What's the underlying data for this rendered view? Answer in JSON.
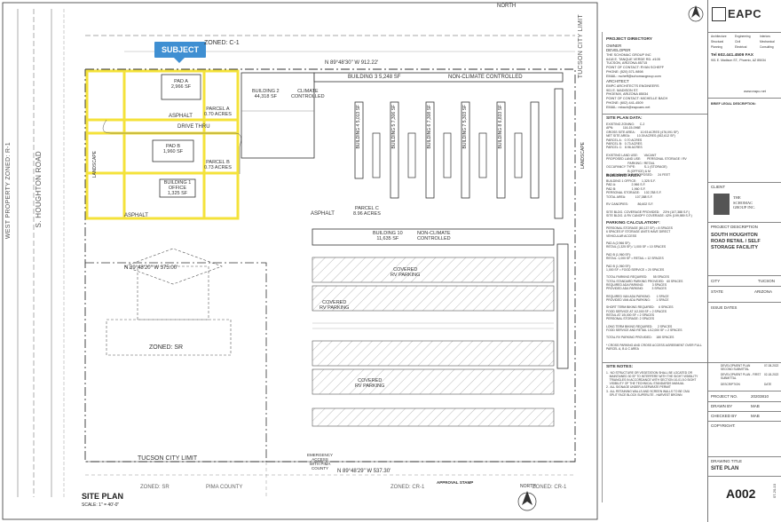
{
  "plan": {
    "subject_label": "SUBJECT",
    "zoned_c1_top": "ZONED: C-1",
    "tucson_city_limit_right": "TUCSON CITY LIMIT",
    "tucson_city_limit_bottom": "TUCSON CITY LIMIT",
    "north_label": "NORTH",
    "road_name": "S. HOUGHTON ROAD",
    "west_property": "WEST PROPERTY ZONED: R-1",
    "bearing_top": "N 89°48'30\" W 912.22'",
    "bearing_mid": "N 89°48'20\" W 375.00'",
    "bearing_bottom": "N 89°48'29\" W 537.30'",
    "pad_a": "PAD A\n2,966 SF",
    "parcel_a": "PARCEL A\n0.70 ACRES",
    "pad_b": "PAD B\n1,960 SF",
    "parcel_b": "PARCEL B\n0.73 ACRES",
    "drive_thru": "DRIVE THRU",
    "building1": "BUILDING 1\nOFFICE\n1,325 SF",
    "building2": "BUILDING 2\n44,318 SF",
    "climate_controlled": "CLIMATE\nCONTROLLED",
    "building3": "BUILDING 3  5,248 SF",
    "non_climate": "NON-CLIMATE CONTROLLED",
    "parcel_c": "PARCEL C\n8.96 ACRES",
    "building10": "BUILDING 10\n11,635 SF",
    "building10_sub": "NON-CLIMATE\nCONTROLLED",
    "asphalt": "ASPHALT",
    "landscape": "LANDSCAPE",
    "covered_rv": "COVERED\nRV PARKING",
    "zoned_sr": "ZONED: SR",
    "zoned_sr_bottom": "ZONED: SR",
    "pima_county": "PIMA COUNTY",
    "zoned_cr1": "ZONED: CR-1",
    "emergency": "EMERGENCY\nACCESS\nWITH PIMA\nCOUNTY",
    "approval_stamp": "APPROVAL STAMP",
    "site_plan_title": "SITE PLAN",
    "scale": "SCALE:     1\" = 40'-0\"",
    "storage_buildings": [
      {
        "name": "BUILDING 4\n5,013 SF"
      },
      {
        "name": "BUILDING 5\n7,306 SF"
      },
      {
        "name": "BUILDING 6\n7,308 SF"
      },
      {
        "name": "BUILDING 7\n5,303 SF"
      },
      {
        "name": "BUILDING 8\n6,833 SF"
      }
    ]
  },
  "panel": {
    "project_directory": "PROJECT DIRECTORY",
    "owner": "OWNER",
    "developer": "DEVELOPER",
    "owner_text": "THE SCHOMAC GROUP INC\n6418 E. TANQUE VERDE RD. #105\nTUCSON, ARIZONA 85715\nPOINT OF CONTACT: RYAN SCHEFF\nPHONE: (520) 571-9898\nEMAIL: rscheff@schomacgroup.com",
    "architect": "ARCHITECT",
    "engineer": "EMPC ARCHITECTS ENGINEERS\n901 E. MADISON ST.\nPHOENIX, ARIZONA 85034\nPOINT OF CONTACT: MICHELLE BACH\nPHONE: (602) 441-4509\nEMAIL: mbach@eapcaec.net",
    "site_plan_data": "SITE PLAN DATA:",
    "site_data_text": "EXISTING ZONING:      C-2\nAPN:           116-15-096E\nGROSS SITE AREA:      10.93 ACRES (476,091 SF)\nNET SITE AREA:        10.39 ACRES (452,612 SF)\nPARCEL A:   0.70 ACRES\nPARCEL B:   0.73 ACRES\nPARCEL C:   8.96 ACRES\n\nEXISTING LAND USE:       VACANT\nPROPOSED LAND USE:       PERSONAL STORAGE / RV\n                         PARKING / RETAIL\nOCCUPANCY TYPE:          S-1 (STORAGE)\n                         B (OFFICE) & M\nBUILDING HEIGHT PROPOSED:      24 FEET",
    "building_area": "BUILDING AREA:",
    "building_area_text": "BUILDING 1 OFFICE:      1,325 S.F.\nPAD A:                  2,966 S.F.\nPAD B:                  1,960 S.F.\nPERSONAL STORAGE:     102,788 S.F.\nTOTAL AREA:           107,388 S.F.\n\nRV CANOPIES:           86,602 S.F.\n\nSITE BLDG. COVERAGE PROVIDED:    23% (107,388 S.F.)\nSITE BLDG. & RV CANOPY COVERAGE: 42% (199,989 S.F.)",
    "parking_calc": "PARKING CALCULATION*:",
    "parking_text": "PERSONAL STORAGE (80,137 SF) = 8 SPACES\n6 SPACES IF STORAGE UNITS HAVE DIRECT\nVEHICULAR ACCESS\n\nPAD A (2,966 SF):\nRETAIL (1,325 SF) / 1,000 SF = 10 SPACES\n\nPAD B (1,960 SF):\nRETAIL: 1,000 SF = RETAIL = 12 SPACES\n\nPAD B (1,960 SF):\n1,000 SF = FOOD SERVICE = 20 SPACES\n\nTOTAL PARKING REQUIRED:       55 SPACES\nTOTAL STANDARD PARKING PROVIDED:   60 SPACES\nREQUIRED ADA PARKING:          3 SPACES\nPROVIDED ADA PARKING:          3 SPACES\n\nREQUIRED VAN ADA PARKING:       1 SPACE\nPROVIDED VAN ADA PARKING:       1 SPACE\n\nSHORT TERM BIKING REQUIRED:     6 SPACES\nFOOD SERVICE AT 1/2,000 SF = 2 SPACES\nRETAIL AT 1/5,000 SF = 2 SPACES\nPERSONAL STORAGE: 2 SPACES\n\nLONG TERM BIKING REQUIRED:      2 SPACES\nFOOD SERVICE AND RETAIL 1/12,000 SF = 2 SPACES\n\nTOTAL RV PARKING PROVIDED:     180 SPACES\n\n* CROSS PARKING AND CROSS ACCESS AGREEMENT OVER FULL\nPARCEL A, B & C AREA",
    "site_notes": "SITE NOTES:",
    "site_notes_text": "1.  NO STRUCTURE OR VEGETATION SHALL BE LOCATED OR\n    MAINTAINED 30 SF TO INTERFERE WITH THE SIGHT VISIBILITY\n    TRIANGLES IN ACCORDANCE WITH SECTION 10-01.5.0 SIGHT\n    VISIBILITY OF THE TECHNICAL STANDARDS MANUAL\n2.  ALL SIGNAGE UNDER A SEPARATE PERMIT\n3.  ALL RETAINING WALLS AND SCREEN WALLS TO BE CMU\n    SPLIT FACE BLOCK SUPERLITE - HARVEST BROWN"
  },
  "titleblock": {
    "company": "EAPC",
    "tabs": [
      "Architecture",
      "Engineering",
      "Interiors",
      "Structural",
      "Civil",
      "Mechanical",
      "Planning",
      "Electrical",
      "Consulting"
    ],
    "phone": "Tel  602.441.4509  FAX",
    "address": "901 E. Madison ST., Phoenix, AZ 85034",
    "website": "www.eapc.net",
    "brief_legal": "BRIEF LEGAL DESCRIPTION:",
    "client": "CLIENT",
    "client_name": "THE\nSCHOMAC\nGROUP INC.",
    "project_description": "PROJECT DESCRIPTION",
    "project_name": "SOUTH HOUGHTON\nROAD RETAIL / SELF\nSTORAGE FACILITY",
    "city_label": "CITY",
    "city": "TUCSON",
    "state_label": "STATE",
    "state": "ARIZONA",
    "issue_dates": "ISSUE DATES",
    "dev_plan_1": "DEVELOPMENT PLAN\nSECOND SUBMITTAL",
    "dev_plan_1_date": "07-08-2022",
    "dev_plan_2": "DEVELOPMENT PLAN - FIRST\nSUBMITTAL",
    "dev_plan_2_date": "02-18-2022",
    "description": "DESCRIPTION",
    "date": "DATE",
    "project_no_label": "PROJECT NO.",
    "project_no": "20203810",
    "drawn_by_label": "DRAWN BY",
    "drawn_by": "MAB",
    "checked_by_label": "CHECKED BY",
    "checked_by": "MAB",
    "copyright": "COPYRIGHT:",
    "drawing_title_label": "DRAWING TITLE",
    "drawing_title": "SITE PLAN",
    "sheet": "A002",
    "stamp_date": "07-20-10"
  },
  "colors": {
    "accent": "#3f8fd2",
    "highlight": "#f4e23a",
    "line": "#555555",
    "dash": "#333333"
  }
}
